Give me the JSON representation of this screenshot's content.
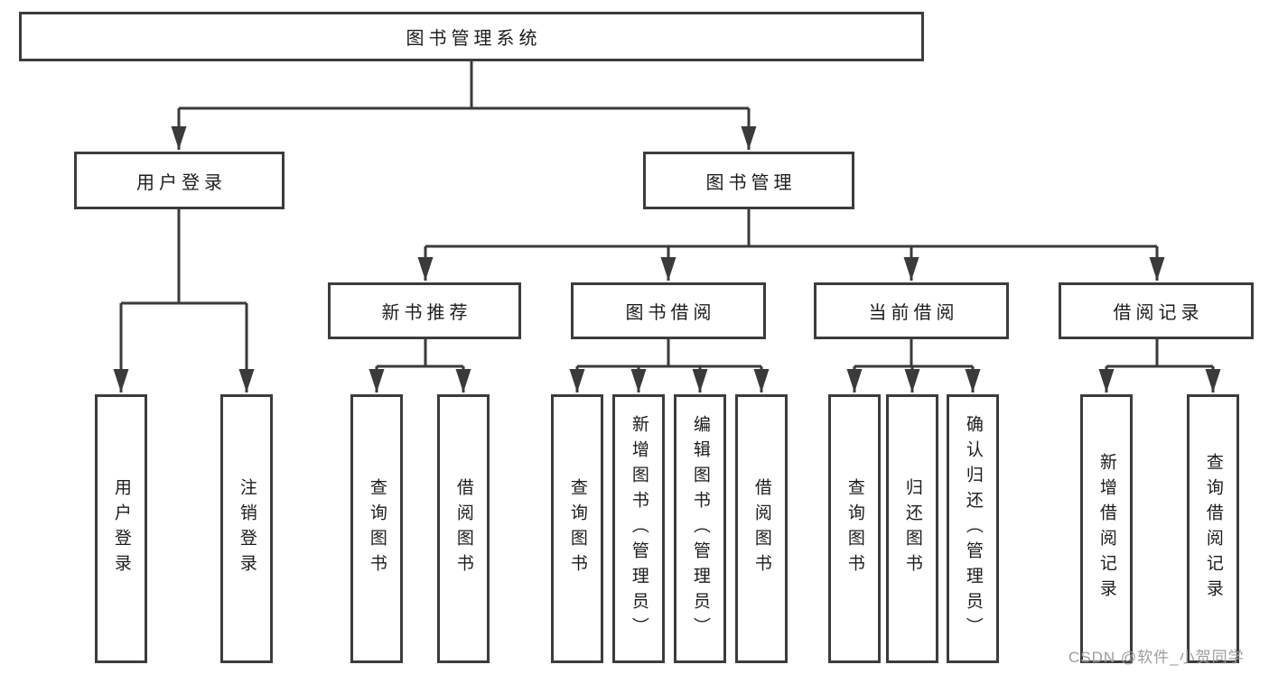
{
  "tree": {
    "label": "图书管理系统",
    "children": [
      {
        "label": "用户登录",
        "children": [
          {
            "label": "用户登录"
          },
          {
            "label": "注销登录"
          }
        ]
      },
      {
        "label": "图书管理",
        "children": [
          {
            "label": "新书推荐",
            "children": [
              {
                "label": "查询图书"
              },
              {
                "label": "借阅图书"
              }
            ]
          },
          {
            "label": "图书借阅",
            "children": [
              {
                "label": "查询图书"
              },
              {
                "label": "新增图书（管理员）"
              },
              {
                "label": "编辑图书（管理员）"
              },
              {
                "label": "借阅图书"
              }
            ]
          },
          {
            "label": "当前借阅",
            "children": [
              {
                "label": "查询图书"
              },
              {
                "label": "归还图书"
              },
              {
                "label": "确认归还（管理员）"
              }
            ]
          },
          {
            "label": "借阅记录",
            "children": [
              {
                "label": "新增借阅记录"
              },
              {
                "label": "查询借阅记录"
              }
            ]
          }
        ]
      }
    ]
  },
  "watermark": {
    "text": "CSDN @软件_小贺同学"
  },
  "colors": {
    "line": "#3a3a3a",
    "box_border": "#3c3c3c",
    "text": "#1c1c1c",
    "watermark": "#9c9ca1",
    "background": "#ffffff"
  }
}
